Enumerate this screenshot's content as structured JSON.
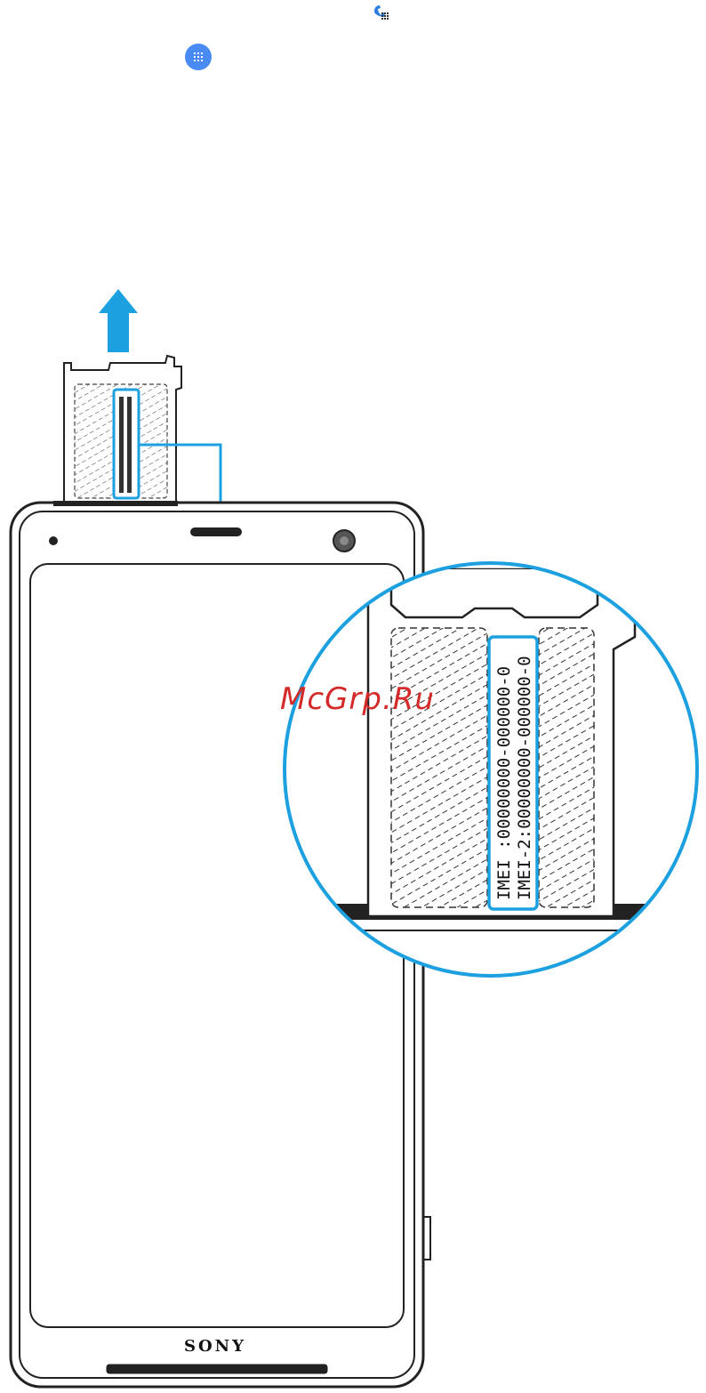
{
  "top_icons": [
    {
      "icon": "phone-dialpad-icon",
      "color": "#2a7de1"
    },
    {
      "icon": "apps-grid-icon",
      "color": "#4a8af4"
    }
  ],
  "diagram": {
    "arrow_color": "#1ca0e0",
    "highlight_color": "#1ca0e0",
    "brand": "SONY",
    "imei_line_1": "IMEI  :00000000-000000-0",
    "imei_line_2": "IMEI-2:00000000-000000-0"
  },
  "watermark": "McGrp.Ru"
}
